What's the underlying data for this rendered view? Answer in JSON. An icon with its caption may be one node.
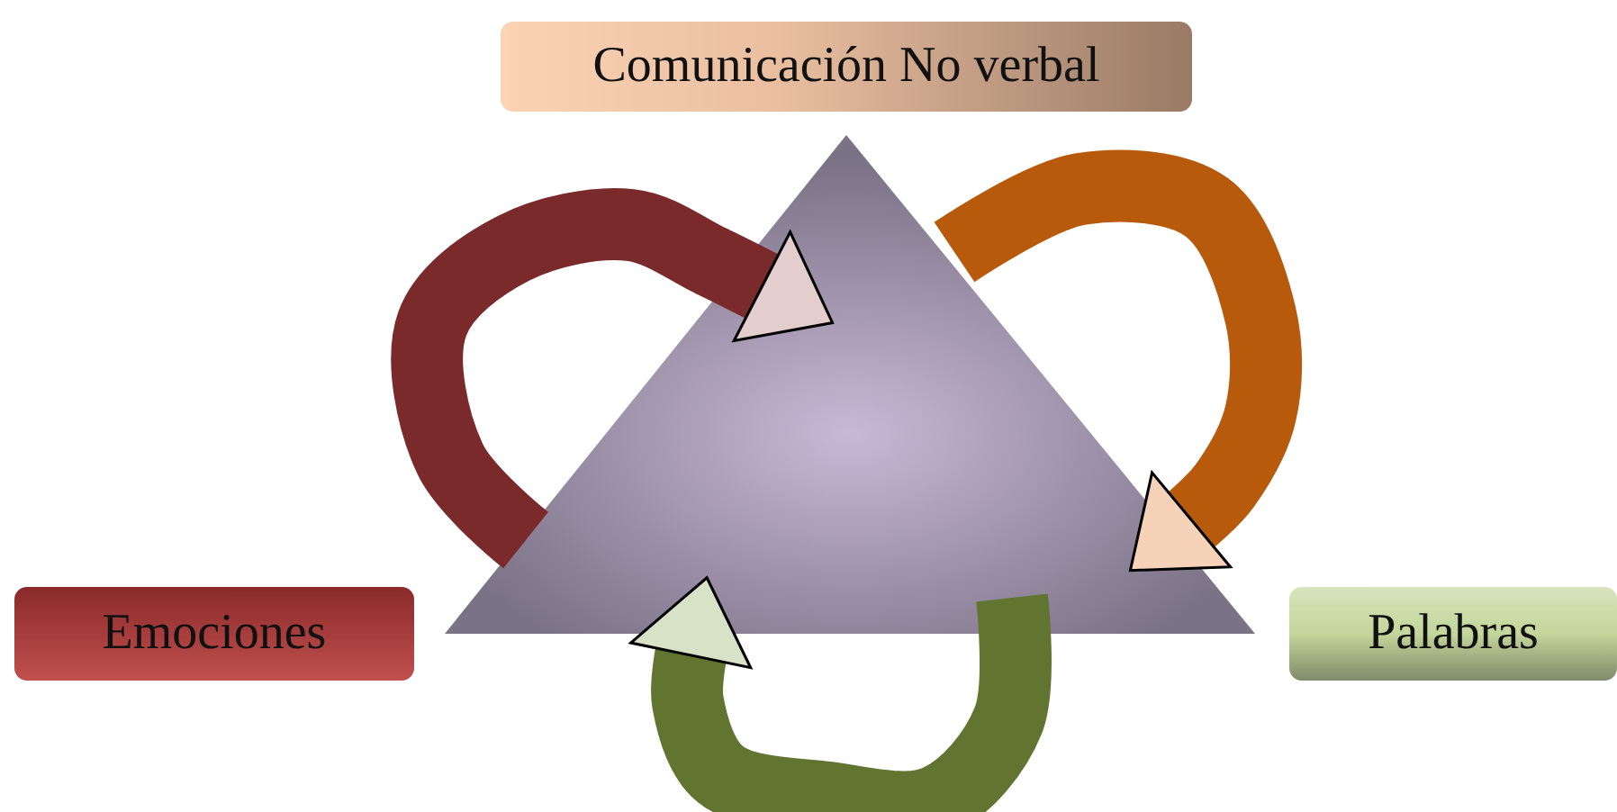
{
  "diagram": {
    "nodes": [
      {
        "text": [
          "Comunicación No verbal"
        ]
      },
      {
        "text": [
          "Emociones"
        ]
      },
      {
        "text": [
          "Palabras"
        ]
      }
    ]
  }
}
